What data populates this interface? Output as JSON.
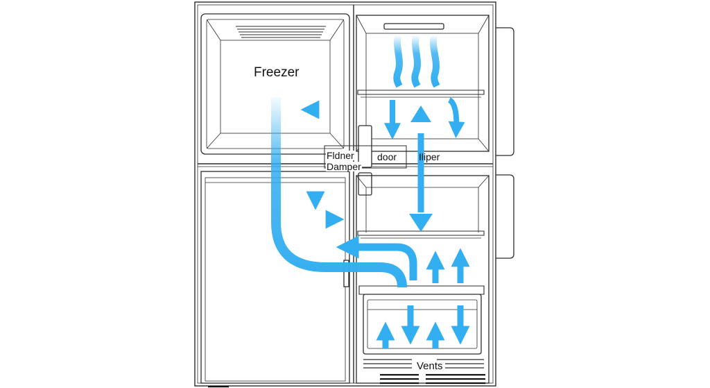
{
  "labels": {
    "freezer": "Freezer",
    "damper_line1": "Fldner",
    "damper_line2": "Damper",
    "door": "door",
    "diper": "Iliper",
    "vents": "Vents"
  },
  "colors": {
    "airflow": "#33aef0",
    "outline": "#2b2b2b",
    "background": "#ffffff"
  }
}
